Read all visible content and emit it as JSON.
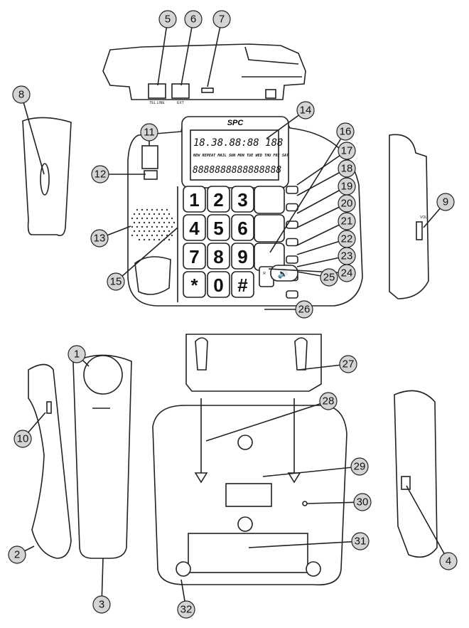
{
  "brand_logo": "SPC",
  "side_view_labels": {
    "tel_line": "TEL LINE",
    "ext": "EXT"
  },
  "side_switch_label": "VOL",
  "display": {
    "top_line": "18.38.88:88 188",
    "status_words": "NEW REPEAT MAIL SUN MON TUE WED THU FRI SAT",
    "bottom_line": "8888888888888888"
  },
  "keypad": [
    "1",
    "2",
    "3",
    "4",
    "5",
    "6",
    "7",
    "8",
    "9",
    "*",
    "0",
    "#"
  ],
  "function_keys": {
    "recall": "R"
  },
  "callouts": [
    "1",
    "2",
    "3",
    "4",
    "5",
    "6",
    "7",
    "8",
    "9",
    "10",
    "11",
    "12",
    "13",
    "14",
    "15",
    "16",
    "17",
    "18",
    "19",
    "20",
    "21",
    "22",
    "23",
    "24",
    "25",
    "26",
    "27",
    "28",
    "29",
    "30",
    "31",
    "32"
  ]
}
